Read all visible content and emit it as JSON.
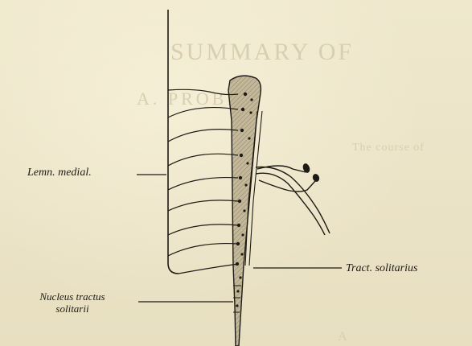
{
  "figure": {
    "labels": {
      "lemniscus": "Lemn. medial.",
      "tractus": "Tract. solitarius",
      "nucleus_line1": "Nucleus tractus",
      "nucleus_line2": "solitarii"
    },
    "background_text": {
      "line1": "SUMMARY OF",
      "line2": "A. PROBE",
      "line3": "The course of",
      "line4": "A"
    },
    "colors": {
      "paper": "#ece4c8",
      "ink": "#1e1a14",
      "nucleus_fill": "#bdb094"
    }
  }
}
